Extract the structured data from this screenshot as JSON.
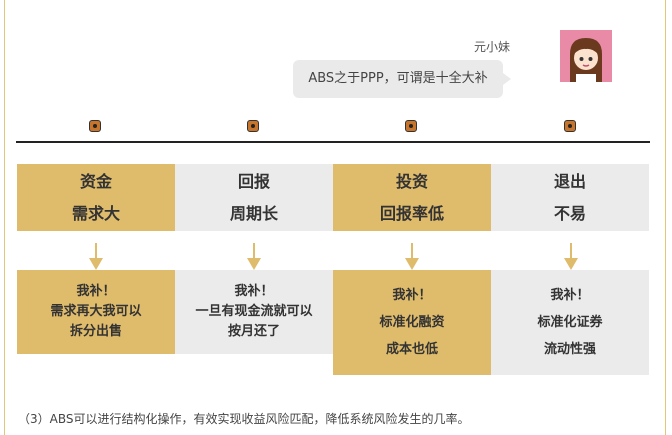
{
  "chat": {
    "author": "元小妹",
    "message": "ABS之于PPP，可谓是十全大补"
  },
  "columns": [
    {
      "head1": "资金",
      "head2": "需求大",
      "result": [
        "我补！",
        "需求再大我可以",
        "拆分出售"
      ]
    },
    {
      "head1": "回报",
      "head2": "周期长",
      "result": [
        "我补！",
        "一旦有现金流就可以",
        "按月还了"
      ]
    },
    {
      "head1": "投资",
      "head2": "回报率低",
      "result": [
        "我补！",
        "标准化融资",
        "成本也低"
      ]
    },
    {
      "head1": "退出",
      "head2": "不易",
      "result": [
        "我补！",
        "标准化证券",
        "流动性强"
      ]
    }
  ],
  "footer": {
    "text": "（3）ABS可以进行结构化操作，有效实现收益风险匹配，降低系统风险发生的几率。"
  },
  "colors": {
    "gold": "#dfbb6c",
    "grey": "#ebebeb",
    "accent_border": "#e3c67a"
  }
}
